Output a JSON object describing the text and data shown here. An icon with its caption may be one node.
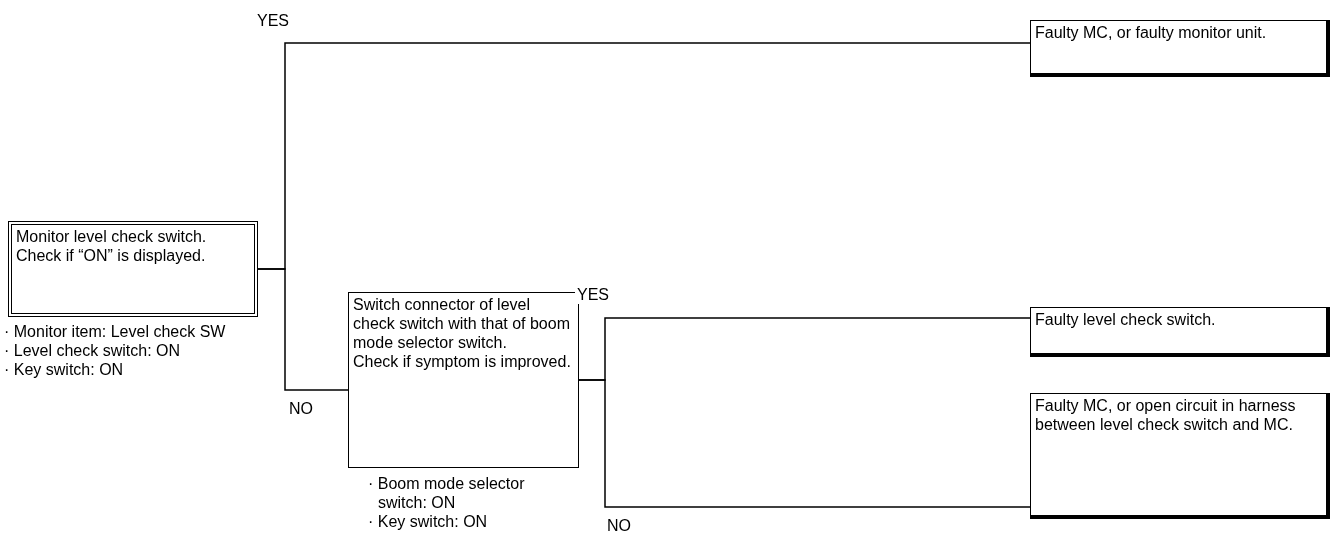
{
  "diagram": {
    "nodes": [
      {
        "text": [
          "Monitor level check switch.",
          "Check if “ON” is displayed."
        ],
        "beside": [
          "· Monitor item: Level check SW",
          "· Level check switch: ON",
          "· Key switch: ON"
        ]
      },
      {
        "text": [
          "Faulty MC, or faulty monitor unit."
        ]
      },
      {
        "text": [
          "Switch connector of level check switch with that of boom mode selector switch.",
          "Check if symptom is improved."
        ],
        "beside": [
          "· Boom mode selector switch: ON",
          "· Key switch: ON"
        ]
      },
      {
        "text": [
          "Faulty level check switch."
        ]
      },
      {
        "text": [
          "Faulty MC, or open circuit in harness between level check switch and MC."
        ]
      }
    ],
    "edges": [
      {
        "from": 0,
        "to": 1,
        "arrow": "none",
        "label": "YES"
      },
      {
        "from": 0,
        "to": 2,
        "arrow": "none",
        "label": "NO"
      },
      {
        "from": 2,
        "to": 3,
        "arrow": "none",
        "label": "YES"
      },
      {
        "from": 2,
        "to": 4,
        "arrow": "none",
        "label": "NO"
      }
    ]
  }
}
